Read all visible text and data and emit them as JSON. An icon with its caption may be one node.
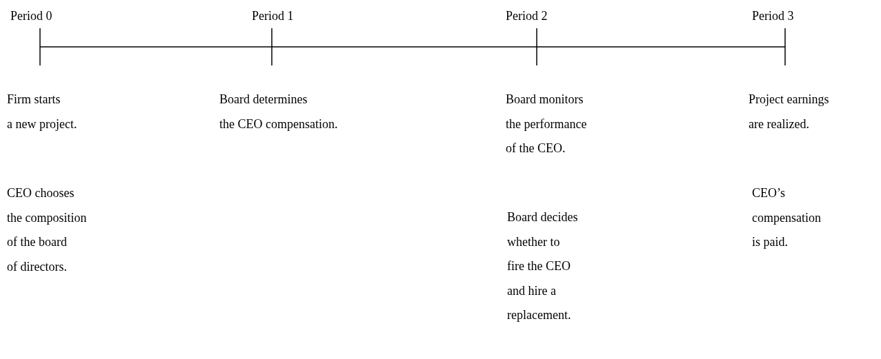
{
  "diagram": {
    "labels": [
      "Period 0",
      "Period 1",
      "Period 2",
      "Period 3",
      "Firm starts a new project.",
      "Board determines the CEO compensation.",
      "Board monitors the performance of the CEO.",
      "Project earnings are realized.",
      "CEO chooses the composition of the board of directors.",
      "Board decides whether to fire the CEO and hire a replacement.",
      "CEO’s compensation is paid."
    ]
  }
}
